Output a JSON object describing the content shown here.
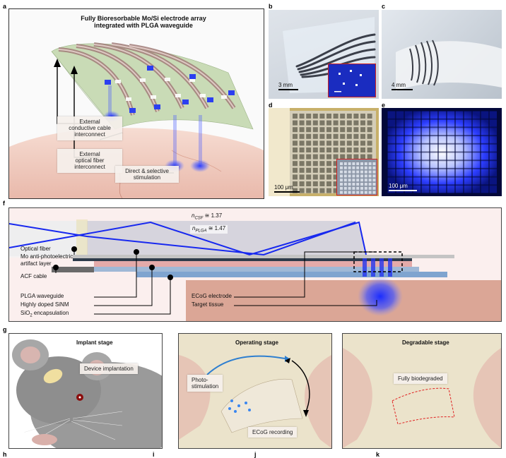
{
  "panel_letters": {
    "a": "a",
    "b": "b",
    "c": "c",
    "d": "d",
    "e": "e",
    "f": "f",
    "g": "g",
    "h": "h",
    "i": "i",
    "j": "j",
    "k": "k"
  },
  "panel_a": {
    "title_line1": "Fully Bioresorbable Mo/Si electrode array",
    "title_line2": "integrated with PLGA waveguide",
    "callout_cable": [
      "External",
      "conductive cable",
      "interconnect"
    ],
    "callout_fiber": [
      "External",
      "optical fiber",
      "interconnect"
    ],
    "callout_stim": [
      "Direct & selective",
      "stimulation"
    ]
  },
  "panel_b": {
    "scale": "3 mm"
  },
  "panel_c": {
    "scale": "4 mm"
  },
  "panel_d": {
    "scale": "100 μm"
  },
  "panel_e": {
    "scale": "100 μm"
  },
  "panel_f": {
    "n_csf": "n",
    "n_csf_sub": "CSF",
    "n_csf_val": " ≅ 1.37",
    "n_plga": "n",
    "n_plga_sub": "PLGA",
    "n_plga_val": " ≅ 1.47",
    "labels_left": [
      "Optical fiber",
      "Mo anti-photoelectric",
      "artifact layer",
      "ACF cable",
      "PLGA waveguide",
      "Highly doped SiNM"
    ],
    "sio2_main": "SiO",
    "sio2_sub": "2",
    "sio2_rest": " encapsulation",
    "labels_right": [
      "ECoG electrode",
      "Target tissue"
    ]
  },
  "panel_g": {
    "implant_title": "Implant stage",
    "implant_callout": "Device implantation",
    "operating_title": "Operating stage",
    "photo_callout": [
      "Photo-",
      "stimulation"
    ],
    "ecog_callout": "ECoG recording",
    "degradable_title": "Degradable stage",
    "degraded_callout": "Fully biodegraded"
  },
  "colors": {
    "blue_light": "#1f3fff",
    "tissue": "#f2cbc0",
    "plga": "#c9a7a0",
    "device_green": "#c8d8b4"
  }
}
